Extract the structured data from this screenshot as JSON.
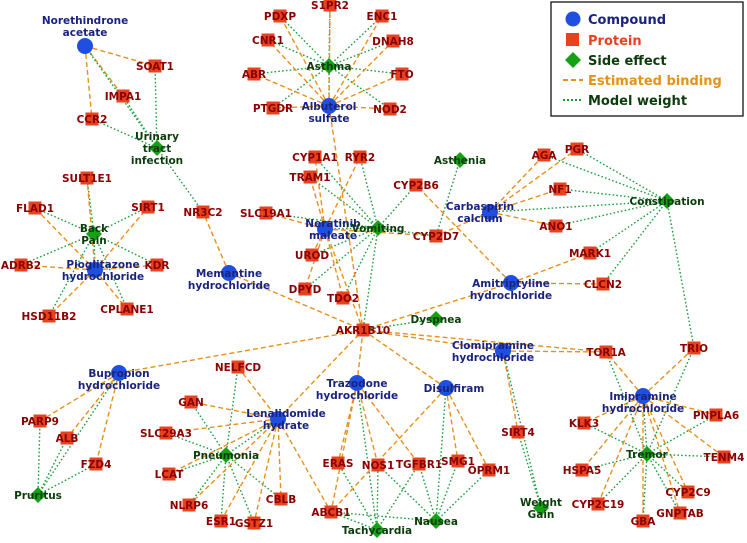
{
  "colors": {
    "compound": "#1f4fe0",
    "protein": "#e8411d",
    "side_effect": "#14a114",
    "estimated_binding": "#e8901a",
    "model_weight": "#1e9e3c",
    "compound_text": "#1a237e",
    "protein_text": "#8b0000",
    "side_effect_text": "#0b3d0b"
  },
  "legend": {
    "compound": "Compound",
    "protein": "Protein",
    "side_effect": "Side effect",
    "estimated_binding": "Estimated binding",
    "model_weight": "Model weight"
  },
  "nodes": {
    "norethindrone": {
      "type": "compound",
      "lines": [
        "Norethindrone",
        "acetate"
      ]
    },
    "albuterol": {
      "type": "compound",
      "lines": [
        "Albuterol",
        "sulfate"
      ]
    },
    "neratinib": {
      "type": "compound",
      "lines": [
        "Neratinib",
        "maleate"
      ]
    },
    "carbaspirin": {
      "type": "compound",
      "lines": [
        "Carbaspirin",
        "calcium"
      ]
    },
    "pioglitazone": {
      "type": "compound",
      "lines": [
        "Pioglitazone",
        "hydrochloride"
      ]
    },
    "memantine": {
      "type": "compound",
      "lines": [
        "Memantine",
        "hydrochloride"
      ]
    },
    "amitriptyline": {
      "type": "compound",
      "lines": [
        "Amitriptyline",
        "hydrochloride"
      ]
    },
    "clomipramine": {
      "type": "compound",
      "lines": [
        "Clomipramine",
        "hydrochloride"
      ]
    },
    "bupropion": {
      "type": "compound",
      "lines": [
        "Bupropion",
        "hydrochloride"
      ]
    },
    "trazodone": {
      "type": "compound",
      "lines": [
        "Trazodone",
        "hydrochloride"
      ]
    },
    "disulfiram": {
      "type": "compound",
      "lines": [
        "Disulfiram"
      ]
    },
    "lenalidomide": {
      "type": "compound",
      "lines": [
        "Lenalidomide",
        "hydrate"
      ]
    },
    "imipramine": {
      "type": "compound",
      "lines": [
        "Imipramine",
        "hydrochloride"
      ]
    },
    "asthma": {
      "type": "side",
      "lines": [
        "Asthma"
      ]
    },
    "uti": {
      "type": "side",
      "lines": [
        "Urinary",
        "tract",
        "infection"
      ]
    },
    "asthenia": {
      "type": "side",
      "lines": [
        "Asthenia"
      ]
    },
    "backpain": {
      "type": "side",
      "lines": [
        "Back",
        "Pain"
      ]
    },
    "vomiting": {
      "type": "side",
      "lines": [
        "Vomiting"
      ]
    },
    "constipation": {
      "type": "side",
      "lines": [
        "Constipation"
      ]
    },
    "dyspnea": {
      "type": "side",
      "lines": [
        "Dyspnea"
      ]
    },
    "pneumonia": {
      "type": "side",
      "lines": [
        "Pneumonia"
      ]
    },
    "pruritus": {
      "type": "side",
      "lines": [
        "Pruritus"
      ]
    },
    "tachycardia": {
      "type": "side",
      "lines": [
        "Tachycardia"
      ]
    },
    "nausea": {
      "type": "side",
      "lines": [
        "Nausea"
      ]
    },
    "weightgain": {
      "type": "side",
      "lines": [
        "Weight",
        "Gain"
      ]
    },
    "tremor": {
      "type": "side",
      "lines": [
        "Tremor"
      ]
    },
    "s1pr2": {
      "type": "protein",
      "lines": [
        "S1PR2"
      ]
    },
    "pdxp": {
      "type": "protein",
      "lines": [
        "PDXP"
      ]
    },
    "enc1": {
      "type": "protein",
      "lines": [
        "ENC1"
      ]
    },
    "cnr1": {
      "type": "protein",
      "lines": [
        "CNR1"
      ]
    },
    "dnah8": {
      "type": "protein",
      "lines": [
        "DNAH8"
      ]
    },
    "abr": {
      "type": "protein",
      "lines": [
        "ABR"
      ]
    },
    "fto": {
      "type": "protein",
      "lines": [
        "FTO"
      ]
    },
    "ptgdr": {
      "type": "protein",
      "lines": [
        "PTGDR"
      ]
    },
    "nod2": {
      "type": "protein",
      "lines": [
        "NOD2"
      ]
    },
    "soat1": {
      "type": "protein",
      "lines": [
        "SOAT1"
      ]
    },
    "impa1": {
      "type": "protein",
      "lines": [
        "IMPA1"
      ]
    },
    "ccr2": {
      "type": "protein",
      "lines": [
        "CCR2"
      ]
    },
    "cyp1a1": {
      "type": "protein",
      "lines": [
        "CYP1A1"
      ]
    },
    "ryr2": {
      "type": "protein",
      "lines": [
        "RYR2"
      ]
    },
    "aga": {
      "type": "protein",
      "lines": [
        "AGA"
      ]
    },
    "pgr": {
      "type": "protein",
      "lines": [
        "PGR"
      ]
    },
    "tram1": {
      "type": "protein",
      "lines": [
        "TRAM1"
      ]
    },
    "cyp2b6": {
      "type": "protein",
      "lines": [
        "CYP2B6"
      ]
    },
    "nf1": {
      "type": "protein",
      "lines": [
        "NF1"
      ]
    },
    "sult1e1": {
      "type": "protein",
      "lines": [
        "SULT1E1"
      ]
    },
    "flad1": {
      "type": "protein",
      "lines": [
        "FLAD1"
      ]
    },
    "sirt1": {
      "type": "protein",
      "lines": [
        "SIRT1"
      ]
    },
    "nr3c2": {
      "type": "protein",
      "lines": [
        "NR3C2"
      ]
    },
    "slc19a1": {
      "type": "protein",
      "lines": [
        "SLC19A1"
      ]
    },
    "ano1": {
      "type": "protein",
      "lines": [
        "ANO1"
      ]
    },
    "cyp2d7": {
      "type": "protein",
      "lines": [
        "CYP2D7"
      ]
    },
    "mark1": {
      "type": "protein",
      "lines": [
        "MARK1"
      ]
    },
    "adrb2": {
      "type": "protein",
      "lines": [
        "ADRB2"
      ]
    },
    "kdr": {
      "type": "protein",
      "lines": [
        "KDR"
      ]
    },
    "urod": {
      "type": "protein",
      "lines": [
        "UROD"
      ]
    },
    "dpyd": {
      "type": "protein",
      "lines": [
        "DPYD"
      ]
    },
    "tdo2": {
      "type": "protein",
      "lines": [
        "TDO2"
      ]
    },
    "clcn2": {
      "type": "protein",
      "lines": [
        "CLCN2"
      ]
    },
    "hsd11b2": {
      "type": "protein",
      "lines": [
        "HSD11B2"
      ]
    },
    "cplane1": {
      "type": "protein",
      "lines": [
        "CPLANE1"
      ]
    },
    "akr1b10": {
      "type": "protein",
      "lines": [
        "AKR1B10"
      ]
    },
    "nelfcd": {
      "type": "protein",
      "lines": [
        "NELFCD"
      ]
    },
    "tor1a": {
      "type": "protein",
      "lines": [
        "TOR1A"
      ]
    },
    "trio": {
      "type": "protein",
      "lines": [
        "TRIO"
      ]
    },
    "gan": {
      "type": "protein",
      "lines": [
        "GAN"
      ]
    },
    "parp9": {
      "type": "protein",
      "lines": [
        "PARP9"
      ]
    },
    "sirt4": {
      "type": "protein",
      "lines": [
        "SIRT4"
      ]
    },
    "klk3": {
      "type": "protein",
      "lines": [
        "KLK3"
      ]
    },
    "pnpla6": {
      "type": "protein",
      "lines": [
        "PNPLA6"
      ]
    },
    "alb": {
      "type": "protein",
      "lines": [
        "ALB"
      ]
    },
    "slc29a3": {
      "type": "protein",
      "lines": [
        "SLC29A3"
      ]
    },
    "fzd4": {
      "type": "protein",
      "lines": [
        "FZD4"
      ]
    },
    "lcat": {
      "type": "protein",
      "lines": [
        "LCAT"
      ]
    },
    "eras": {
      "type": "protein",
      "lines": [
        "ERAS"
      ]
    },
    "nos1": {
      "type": "protein",
      "lines": [
        "NOS1"
      ]
    },
    "tgfbr1": {
      "type": "protein",
      "lines": [
        "TGFBR1"
      ]
    },
    "smg1": {
      "type": "protein",
      "lines": [
        "SMG1"
      ]
    },
    "oprm1": {
      "type": "protein",
      "lines": [
        "OPRM1"
      ]
    },
    "hspa5": {
      "type": "protein",
      "lines": [
        "HSPA5"
      ]
    },
    "tenm4": {
      "type": "protein",
      "lines": [
        "TENM4"
      ]
    },
    "nlrp6": {
      "type": "protein",
      "lines": [
        "NLRP6"
      ]
    },
    "cblb": {
      "type": "protein",
      "lines": [
        "CBLB"
      ]
    },
    "esr1": {
      "type": "protein",
      "lines": [
        "ESR1"
      ]
    },
    "gstz1": {
      "type": "protein",
      "lines": [
        "GSTZ1"
      ]
    },
    "abcb1": {
      "type": "protein",
      "lines": [
        "ABCB1"
      ]
    },
    "cyp2c19": {
      "type": "protein",
      "lines": [
        "CYP2C19"
      ]
    },
    "cyp2c9": {
      "type": "protein",
      "lines": [
        "CYP2C9"
      ]
    },
    "gba": {
      "type": "protein",
      "lines": [
        "GBA"
      ]
    },
    "gnptab": {
      "type": "protein",
      "lines": [
        "GNPTAB"
      ]
    }
  },
  "edges": [
    [
      "asthma",
      "s1pr2",
      "m"
    ],
    [
      "asthma",
      "pdxp",
      "m"
    ],
    [
      "asthma",
      "enc1",
      "m"
    ],
    [
      "asthma",
      "cnr1",
      "m"
    ],
    [
      "asthma",
      "dnah8",
      "m"
    ],
    [
      "asthma",
      "abr",
      "m"
    ],
    [
      "asthma",
      "fto",
      "m"
    ],
    [
      "asthma",
      "ptgdr",
      "m"
    ],
    [
      "asthma",
      "nod2",
      "m"
    ],
    [
      "asthma",
      "albuterol",
      "m"
    ],
    [
      "albuterol",
      "s1pr2",
      "e"
    ],
    [
      "albuterol",
      "pdxp",
      "e"
    ],
    [
      "albuterol",
      "enc1",
      "e"
    ],
    [
      "albuterol",
      "cnr1",
      "e"
    ],
    [
      "albuterol",
      "dnah8",
      "e"
    ],
    [
      "albuterol",
      "abr",
      "e"
    ],
    [
      "albuterol",
      "fto",
      "e"
    ],
    [
      "albuterol",
      "ptgdr",
      "e"
    ],
    [
      "albuterol",
      "nod2",
      "e"
    ],
    [
      "norethindrone",
      "soat1",
      "e"
    ],
    [
      "norethindrone",
      "impa1",
      "e"
    ],
    [
      "norethindrone",
      "ccr2",
      "e"
    ],
    [
      "uti",
      "soat1",
      "m"
    ],
    [
      "uti",
      "impa1",
      "m"
    ],
    [
      "uti",
      "ccr2",
      "m"
    ],
    [
      "uti",
      "norethindrone",
      "m"
    ],
    [
      "uti",
      "nr3c2",
      "m"
    ],
    [
      "backpain",
      "sult1e1",
      "m"
    ],
    [
      "backpain",
      "flad1",
      "m"
    ],
    [
      "backpain",
      "sirt1",
      "m"
    ],
    [
      "backpain",
      "adrb2",
      "m"
    ],
    [
      "backpain",
      "kdr",
      "m"
    ],
    [
      "backpain",
      "hsd11b2",
      "m"
    ],
    [
      "backpain",
      "cplane1",
      "m"
    ],
    [
      "backpain",
      "pioglitazone",
      "m"
    ],
    [
      "pioglitazone",
      "sult1e1",
      "e"
    ],
    [
      "pioglitazone",
      "flad1",
      "e"
    ],
    [
      "pioglitazone",
      "sirt1",
      "e"
    ],
    [
      "pioglitazone",
      "adrb2",
      "e"
    ],
    [
      "pioglitazone",
      "kdr",
      "e"
    ],
    [
      "pioglitazone",
      "hsd11b2",
      "e"
    ],
    [
      "pioglitazone",
      "cplane1",
      "e"
    ],
    [
      "memantine",
      "nr3c2",
      "e"
    ],
    [
      "memantine",
      "akr1b10",
      "e"
    ],
    [
      "vomiting",
      "cyp1a1",
      "m"
    ],
    [
      "vomiting",
      "ryr2",
      "m"
    ],
    [
      "vomiting",
      "tram1",
      "m"
    ],
    [
      "vomiting",
      "slc19a1",
      "m"
    ],
    [
      "vomiting",
      "urod",
      "m"
    ],
    [
      "vomiting",
      "dpyd",
      "m"
    ],
    [
      "vomiting",
      "tdo2",
      "m"
    ],
    [
      "vomiting",
      "cyp2b6",
      "m"
    ],
    [
      "vomiting",
      "cyp2d7",
      "m"
    ],
    [
      "vomiting",
      "neratinib",
      "m"
    ],
    [
      "vomiting",
      "akr1b10",
      "m"
    ],
    [
      "neratinib",
      "cyp1a1",
      "e"
    ],
    [
      "neratinib",
      "ryr2",
      "e"
    ],
    [
      "neratinib",
      "tram1",
      "e"
    ],
    [
      "neratinib",
      "slc19a1",
      "e"
    ],
    [
      "neratinib",
      "urod",
      "e"
    ],
    [
      "neratinib",
      "dpyd",
      "e"
    ],
    [
      "neratinib",
      "tdo2",
      "e"
    ],
    [
      "neratinib",
      "cyp2d7",
      "e"
    ],
    [
      "neratinib",
      "akr1b10",
      "e"
    ],
    [
      "albuterol",
      "akr1b10",
      "e"
    ],
    [
      "asthenia",
      "cyp2d7",
      "m"
    ],
    [
      "carbaspirin",
      "aga",
      "e"
    ],
    [
      "carbaspirin",
      "pgr",
      "e"
    ],
    [
      "carbaspirin",
      "nf1",
      "e"
    ],
    [
      "carbaspirin",
      "ano1",
      "e"
    ],
    [
      "carbaspirin",
      "cyp2d7",
      "e"
    ],
    [
      "constipation",
      "aga",
      "m"
    ],
    [
      "constipation",
      "pgr",
      "m"
    ],
    [
      "constipation",
      "nf1",
      "m"
    ],
    [
      "constipation",
      "ano1",
      "m"
    ],
    [
      "constipation",
      "carbaspirin",
      "m"
    ],
    [
      "constipation",
      "mark1",
      "m"
    ],
    [
      "constipation",
      "clcn2",
      "m"
    ],
    [
      "constipation",
      "trio",
      "m"
    ],
    [
      "amitriptyline",
      "mark1",
      "e"
    ],
    [
      "amitriptyline",
      "clcn2",
      "e"
    ],
    [
      "amitriptyline",
      "akr1b10",
      "e"
    ],
    [
      "amitriptyline",
      "cyp2b6",
      "e"
    ],
    [
      "dyspnea",
      "akr1b10",
      "m"
    ],
    [
      "clomipramine",
      "akr1b10",
      "e"
    ],
    [
      "clomipramine",
      "tor1a",
      "e"
    ],
    [
      "clomipramine",
      "sirt4",
      "e"
    ],
    [
      "bupropion",
      "akr1b10",
      "e"
    ],
    [
      "bupropion",
      "parp9",
      "e"
    ],
    [
      "bupropion",
      "alb",
      "e"
    ],
    [
      "bupropion",
      "fzd4",
      "e"
    ],
    [
      "pruritus",
      "parp9",
      "m"
    ],
    [
      "pruritus",
      "alb",
      "m"
    ],
    [
      "pruritus",
      "fzd4",
      "m"
    ],
    [
      "pruritus",
      "bupropion",
      "m"
    ],
    [
      "trazodone",
      "akr1b10",
      "e"
    ],
    [
      "disulfiram",
      "akr1b10",
      "e"
    ],
    [
      "lenalidomide",
      "akr1b10",
      "e"
    ],
    [
      "akr1b10",
      "tor1a",
      "e"
    ],
    [
      "nelfcd",
      "lenalidomide",
      "e"
    ],
    [
      "nelfcd",
      "pneumonia",
      "m"
    ],
    [
      "pneumonia",
      "gan",
      "m"
    ],
    [
      "pneumonia",
      "slc29a3",
      "m"
    ],
    [
      "pneumonia",
      "lcat",
      "m"
    ],
    [
      "pneumonia",
      "nlrp6",
      "m"
    ],
    [
      "pneumonia",
      "cblb",
      "m"
    ],
    [
      "pneumonia",
      "esr1",
      "m"
    ],
    [
      "pneumonia",
      "gstz1",
      "m"
    ],
    [
      "pneumonia",
      "lenalidomide",
      "m"
    ],
    [
      "lenalidomide",
      "gan",
      "e"
    ],
    [
      "lenalidomide",
      "slc29a3",
      "e"
    ],
    [
      "lenalidomide",
      "lcat",
      "e"
    ],
    [
      "lenalidomide",
      "nlrp6",
      "e"
    ],
    [
      "lenalidomide",
      "cblb",
      "e"
    ],
    [
      "lenalidomide",
      "esr1",
      "e"
    ],
    [
      "lenalidomide",
      "gstz1",
      "e"
    ],
    [
      "lenalidomide",
      "abcb1",
      "e"
    ],
    [
      "trazodone",
      "eras",
      "e"
    ],
    [
      "trazodone",
      "nos1",
      "e"
    ],
    [
      "trazodone",
      "tgfbr1",
      "e"
    ],
    [
      "trazodone",
      "abcb1",
      "e"
    ],
    [
      "disulfiram",
      "smg1",
      "e"
    ],
    [
      "disulfiram",
      "oprm1",
      "e"
    ],
    [
      "disulfiram",
      "abcb1",
      "e"
    ],
    [
      "tachycardia",
      "eras",
      "m"
    ],
    [
      "tachycardia",
      "nos1",
      "m"
    ],
    [
      "tachycardia",
      "tgfbr1",
      "m"
    ],
    [
      "tachycardia",
      "abcb1",
      "m"
    ],
    [
      "tachycardia",
      "trazodone",
      "m"
    ],
    [
      "nausea",
      "smg1",
      "m"
    ],
    [
      "nausea",
      "oprm1",
      "m"
    ],
    [
      "nausea",
      "abcb1",
      "m"
    ],
    [
      "nausea",
      "nos1",
      "m"
    ],
    [
      "nausea",
      "disulfiram",
      "m"
    ],
    [
      "nausea",
      "tgfbr1",
      "m"
    ],
    [
      "weightgain",
      "sirt4",
      "m"
    ],
    [
      "weightgain",
      "clomipramine",
      "m"
    ],
    [
      "imipramine",
      "tor1a",
      "e"
    ],
    [
      "imipramine",
      "trio",
      "e"
    ],
    [
      "imipramine",
      "klk3",
      "e"
    ],
    [
      "imipramine",
      "pnpla6",
      "e"
    ],
    [
      "imipramine",
      "hspa5",
      "e"
    ],
    [
      "imipramine",
      "tenm4",
      "e"
    ],
    [
      "imipramine",
      "cyp2c19",
      "e"
    ],
    [
      "imipramine",
      "cyp2c9",
      "e"
    ],
    [
      "imipramine",
      "gba",
      "e"
    ],
    [
      "imipramine",
      "gnptab",
      "e"
    ],
    [
      "tremor",
      "tor1a",
      "m"
    ],
    [
      "tremor",
      "trio",
      "m"
    ],
    [
      "tremor",
      "klk3",
      "m"
    ],
    [
      "tremor",
      "pnpla6",
      "m"
    ],
    [
      "tremor",
      "hspa5",
      "m"
    ],
    [
      "tremor",
      "tenm4",
      "m"
    ],
    [
      "tremor",
      "cyp2c19",
      "m"
    ],
    [
      "tremor",
      "cyp2c9",
      "m"
    ],
    [
      "tremor",
      "gba",
      "m"
    ],
    [
      "tremor",
      "gnptab",
      "m"
    ],
    [
      "tremor",
      "imipramine",
      "m"
    ]
  ]
}
